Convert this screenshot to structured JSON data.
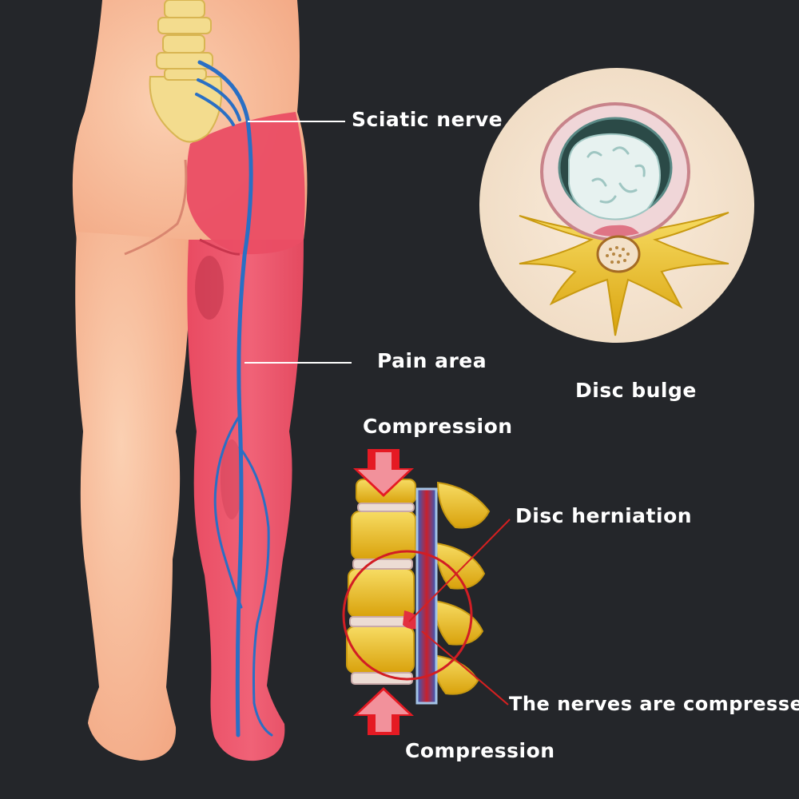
{
  "labels": {
    "sciatic_nerve": "Sciatic nerve",
    "pain_area": "Pain area",
    "disc_bulge": "Disc bulge",
    "compression_top": "Compression",
    "disc_herniation": "Disc herniation",
    "nerves_compressed": "The nerves are compressed",
    "compression_bottom": "Compression"
  },
  "colors": {
    "background": "#24262a",
    "skin": "#f6b391",
    "pain": "#ee5368",
    "nerve": "#2a6fc4",
    "bone": "#f2c21a",
    "disc_fill": "#f5ebe0",
    "compression_arrow": "#e51a23",
    "leader_line": "#ffffff",
    "pointer_line": "#d62020"
  }
}
